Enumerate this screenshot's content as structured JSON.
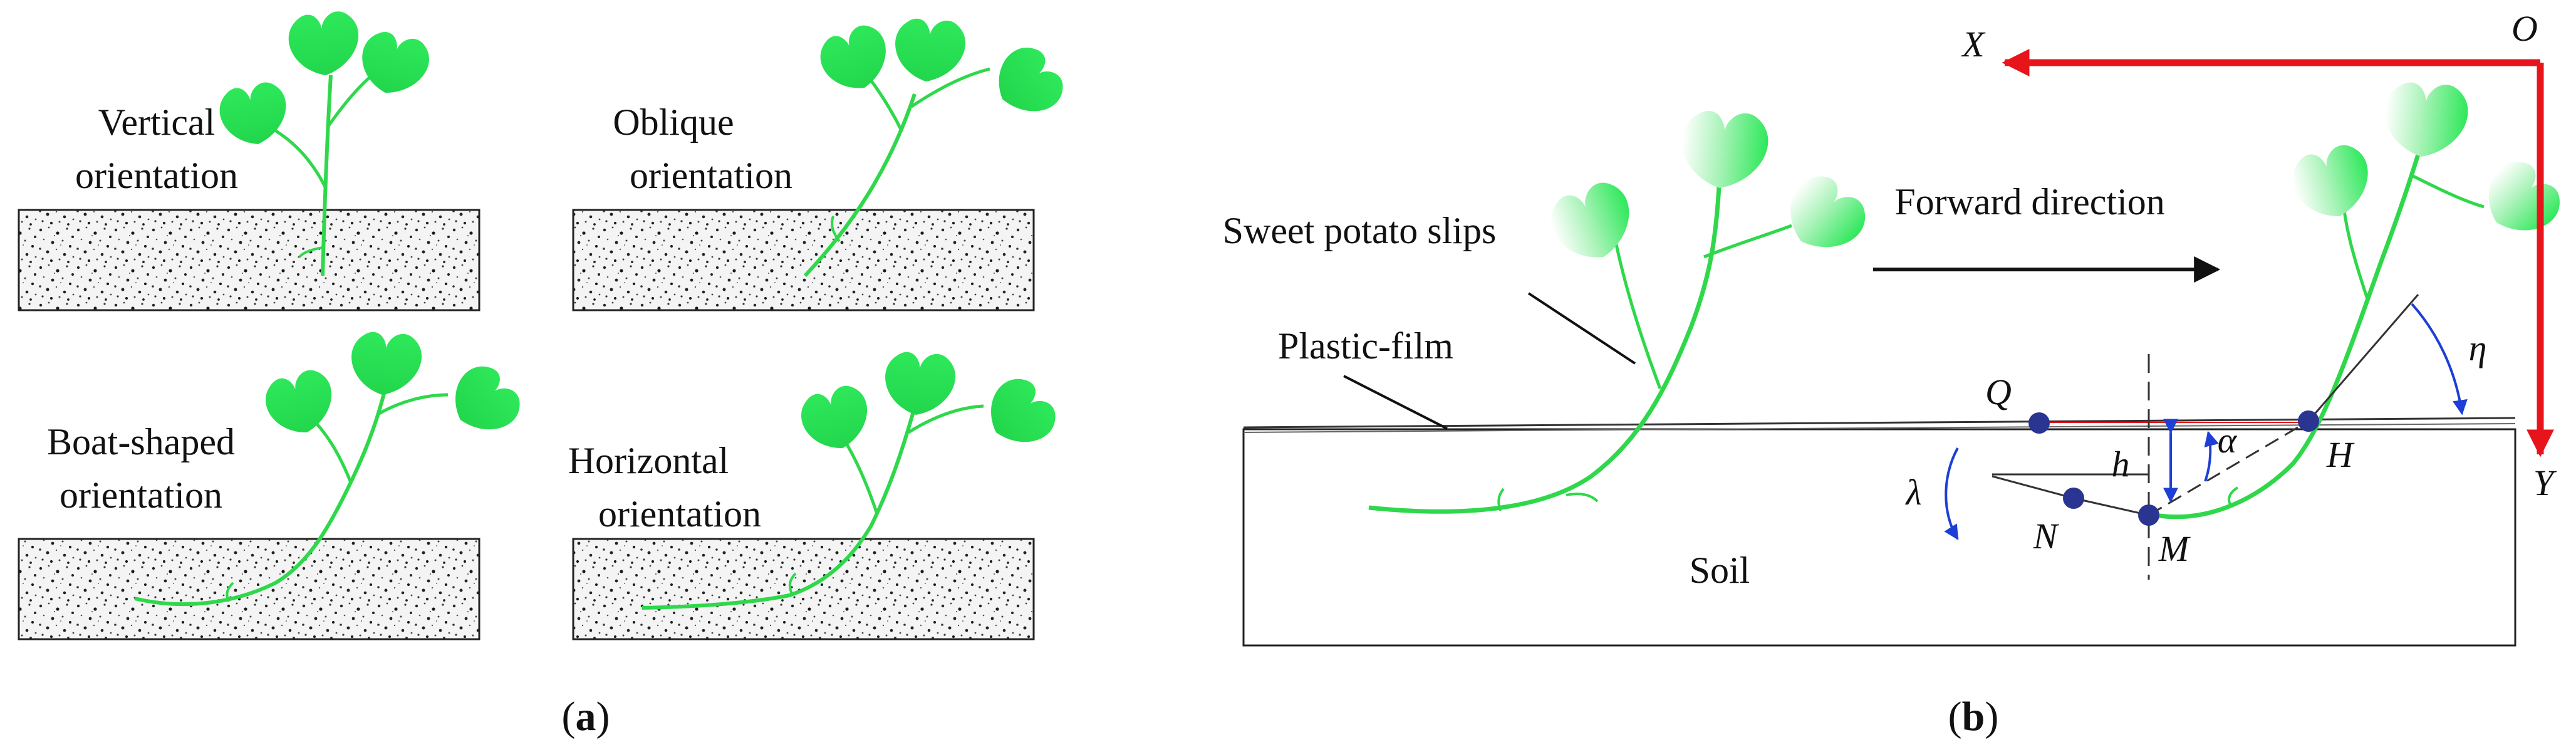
{
  "panel_a": {
    "labels": {
      "vertical_1": "Vertical",
      "vertical_2": "orientation",
      "oblique_1": "Oblique",
      "oblique_2": "orientation",
      "boat_1": "Boat-shaped",
      "boat_2": "orientation",
      "horizontal_1": "Horizontal",
      "horizontal_2": "orientation"
    },
    "caption": {
      "open": "(",
      "letter": "a",
      "close": ")"
    }
  },
  "panel_b": {
    "labels": {
      "slips": "Sweet potato slips",
      "forward": "Forward direction",
      "film": "Plastic-film",
      "soil": "Soil"
    },
    "axes": {
      "origin": "O",
      "x": "X",
      "y": "Y"
    },
    "points": {
      "q": "Q",
      "n": "N",
      "m": "M",
      "h": "H"
    },
    "symbols": {
      "depth": "h",
      "alpha": "α",
      "lambda": "λ",
      "eta": "η"
    },
    "caption": {
      "open": "(",
      "letter": "b",
      "close": ")"
    }
  },
  "colors": {
    "leaf": "#2ee85a",
    "leaf_light": "#7ff099",
    "stem": "#2fd84a",
    "soil_speckle": "#222222",
    "axis_red": "#e8141b",
    "marker_blue": "#2a3591",
    "angle_blue": "#1d3fd6"
  }
}
